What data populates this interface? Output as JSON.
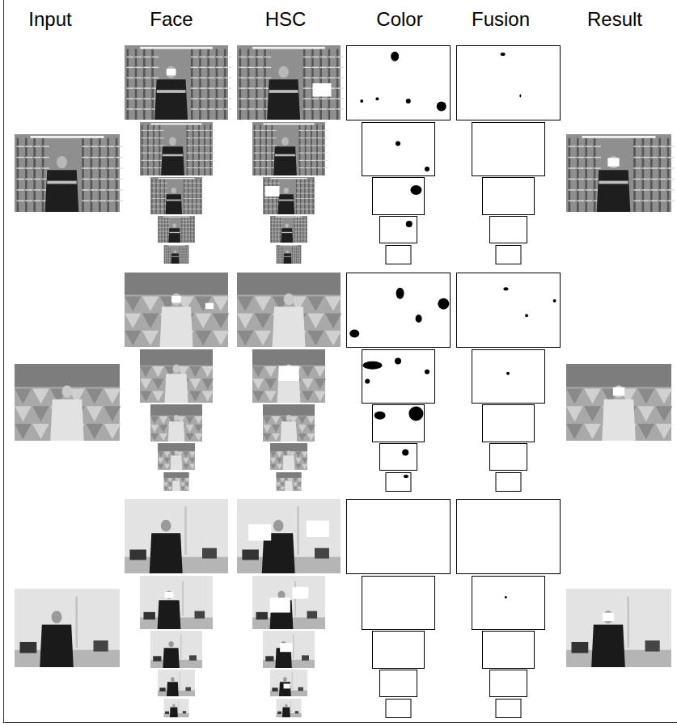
{
  "diagram": {
    "labels": [
      "Input",
      "Face",
      "HSC",
      "Color",
      "Fusion",
      "Result"
    ]
  }
}
